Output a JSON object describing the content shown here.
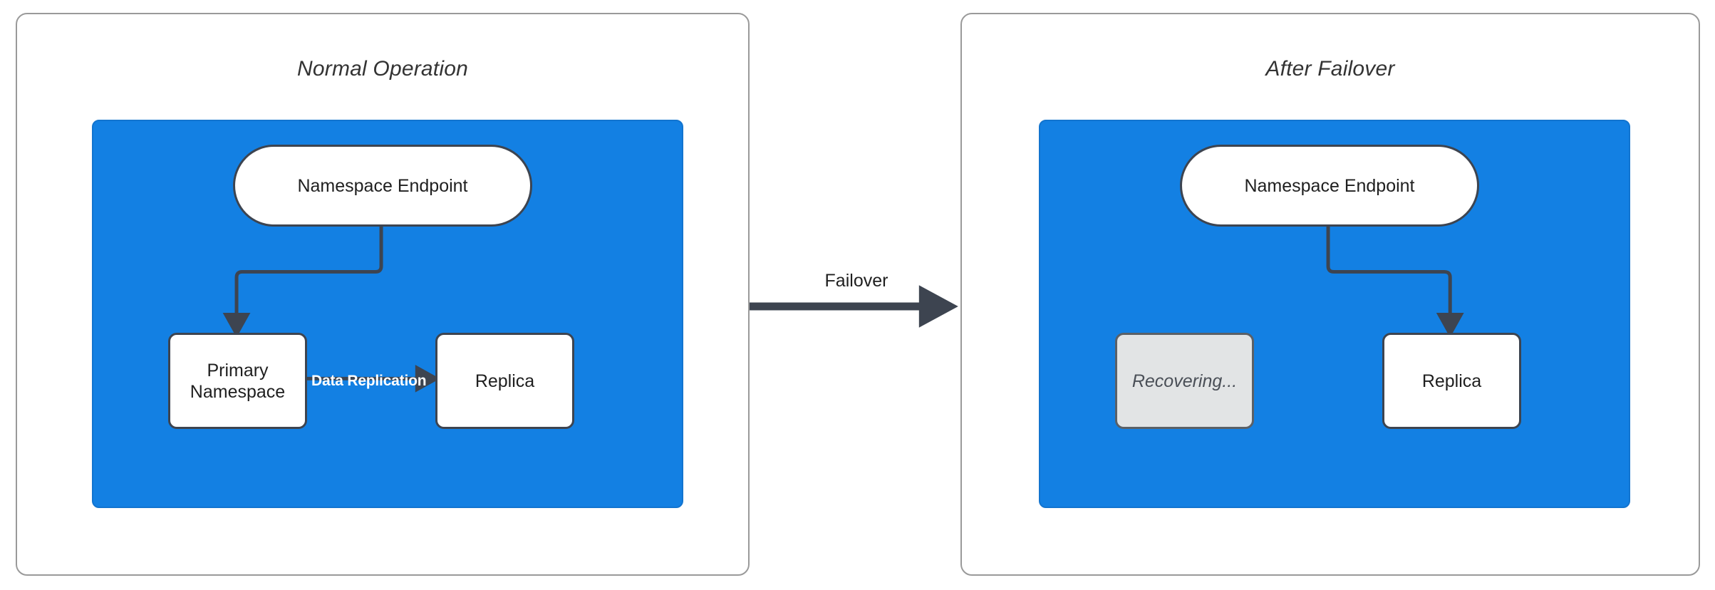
{
  "diagram": {
    "type": "failover-architecture",
    "background": "#ffffff",
    "accent_blue": "#1380E3",
    "node_border": "#3d4450",
    "ghost_fill": "#e2e4e5",
    "panel_border": "#9a9a9a"
  },
  "panels": [
    {
      "id": "normal-operation",
      "title": "Normal Operation",
      "cluster": {
        "fill": "#1380E3",
        "nodes": [
          {
            "id": "endpoint",
            "label": "Namespace Endpoint",
            "shape": "stadium",
            "state": "active"
          },
          {
            "id": "primary",
            "label": "Primary\nNamespace",
            "shape": "rect",
            "state": "active"
          },
          {
            "id": "replica",
            "label": "Replica",
            "shape": "rect",
            "state": "active"
          }
        ],
        "edges": [
          {
            "from": "endpoint",
            "to": "primary",
            "label": "",
            "style": "elbow-arrow"
          },
          {
            "from": "primary",
            "to": "replica",
            "label": "Data Replication",
            "style": "straight-arrow"
          }
        ]
      }
    },
    {
      "id": "after-failover",
      "title": "After Failover",
      "cluster": {
        "fill": "#1380E3",
        "nodes": [
          {
            "id": "endpoint",
            "label": "Namespace Endpoint",
            "shape": "stadium",
            "state": "active"
          },
          {
            "id": "recovering",
            "label": "Recovering...",
            "shape": "rect",
            "state": "disabled"
          },
          {
            "id": "replica",
            "label": "Replica",
            "shape": "rect",
            "state": "active"
          }
        ],
        "edges": [
          {
            "from": "endpoint",
            "to": "replica",
            "label": "",
            "style": "elbow-arrow"
          }
        ]
      }
    }
  ],
  "transition": {
    "label": "Failover",
    "direction": "left-to-right",
    "color": "#3d4450"
  },
  "labels": {
    "primary_line1": "Primary",
    "primary_line2": "Namespace"
  }
}
